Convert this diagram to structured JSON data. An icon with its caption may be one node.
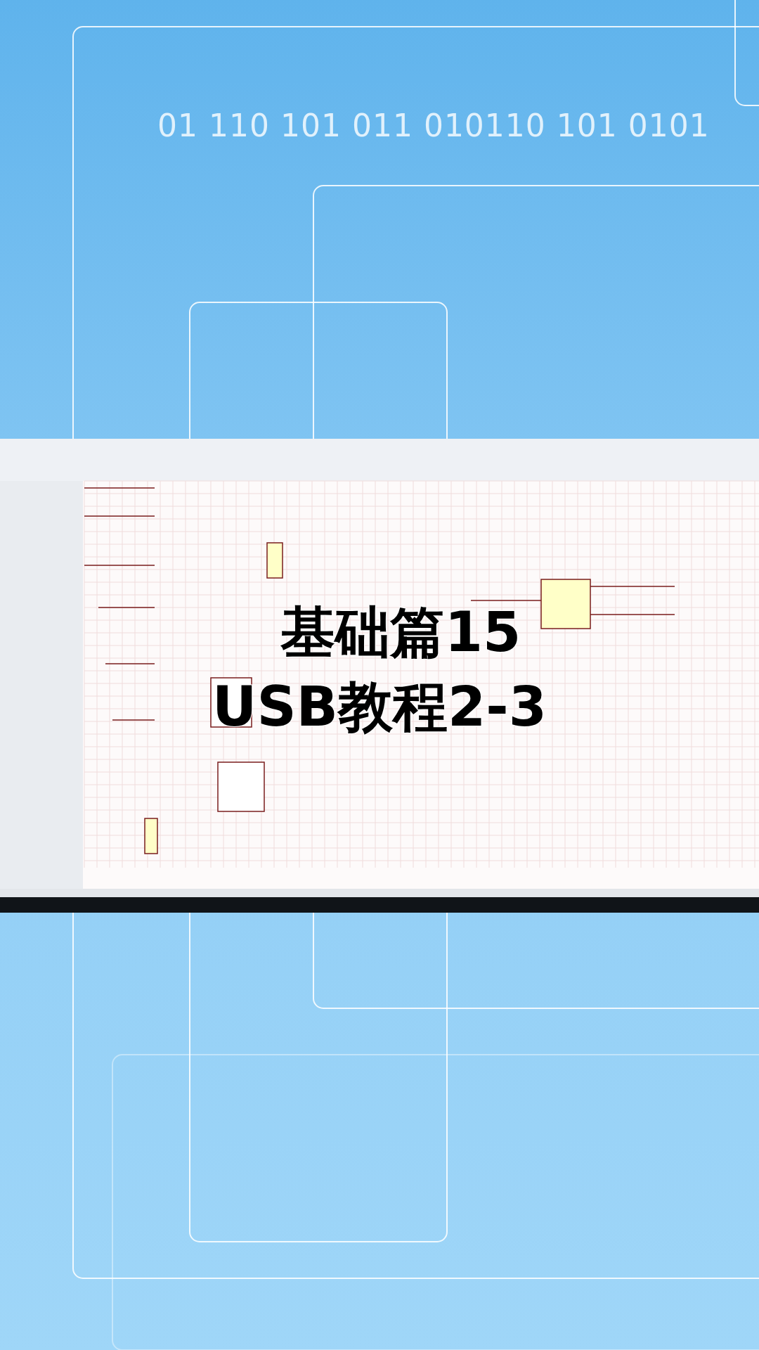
{
  "diagram": {
    "labels": [
      "01 110 101 011 010110 101 0101",
      "基础篇15",
      "USB教程2-3"
    ]
  }
}
